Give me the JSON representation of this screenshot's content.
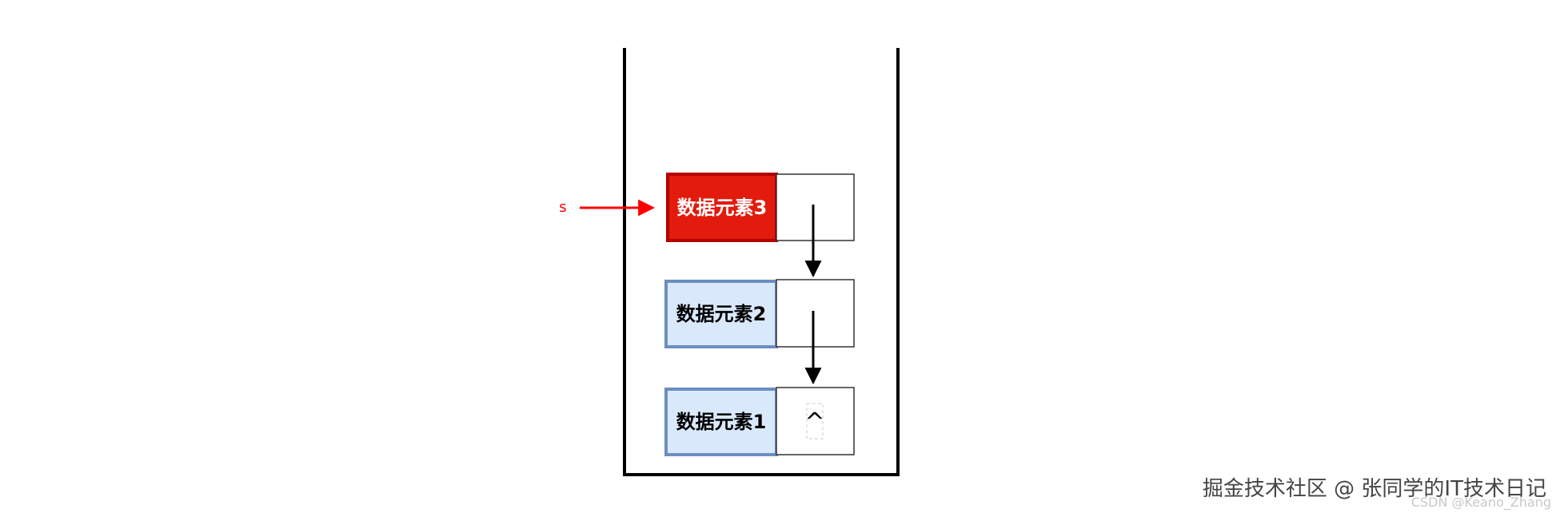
{
  "pointer_label": "s",
  "null_symbol": "^",
  "nodes": [
    {
      "label": "数据元素3",
      "fill": "#e21b0c",
      "stroke": "#b20000",
      "text_color": "#ffffff"
    },
    {
      "label": "数据元素2",
      "fill": "#dae8fc",
      "stroke": "#6c8ebf",
      "text_color": "#000000"
    },
    {
      "label": "数据元素1",
      "fill": "#dae8fc",
      "stroke": "#6c8ebf",
      "text_color": "#000000"
    }
  ],
  "colors": {
    "pointer": "#ff0000",
    "container": "#000000",
    "arrow": "#000000"
  },
  "watermark": {
    "main": "掘金技术社区 @ 张同学的IT技术日记",
    "sub": "CSDN @Keano_Zhang"
  }
}
